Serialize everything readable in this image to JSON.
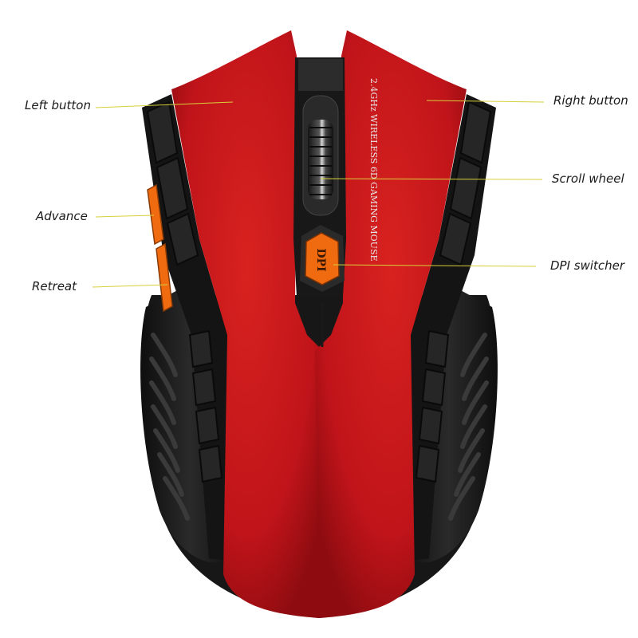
{
  "callouts": {
    "left_button": "Left button",
    "advance": "Advance",
    "retreat": "Retreat",
    "right_button": "Right button",
    "scroll_wheel": "Scroll wheel",
    "dpi_switcher": "DPI switcher"
  },
  "mouse": {
    "imprint": "2.4GHz WIRELESS 6D GAMING MOUSE",
    "dpi_label": "DPI"
  },
  "colors": {
    "shell_red": "#c8141a",
    "shell_black": "#1c1c1c",
    "accent_orange": "#f06a10",
    "leader_line": "#d8cf3a"
  }
}
